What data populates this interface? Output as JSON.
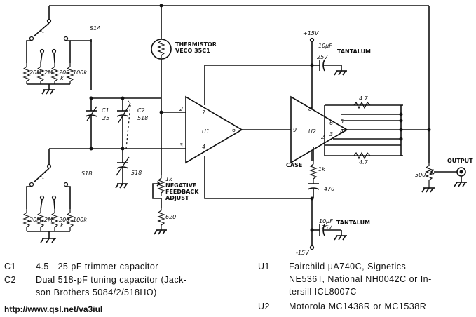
{
  "schematic": {
    "s1a": "S1A",
    "s1b": "S1B",
    "range_a": [
      "20M",
      "2M",
      "200",
      "k",
      "100k"
    ],
    "range_b": [
      "20M",
      "2M",
      "200",
      "k",
      "100k"
    ],
    "c1": "C1",
    "c1_val": "25",
    "c2": "C2",
    "c2_val": "518",
    "c2_lower": "518",
    "thermistor": "THERMISTOR",
    "thermistor_part": "VECO 35C1",
    "pot_1k": "1k",
    "neg_fb_1": "NEGATIVE",
    "neg_fb_2": "FEEDBACK",
    "neg_fb_3": "ADJUST",
    "r620": "620",
    "u1": "U1",
    "u2": "U2",
    "pin2": "2",
    "pin3": "3",
    "pin7": "7",
    "pin4": "4",
    "pin6": "6",
    "u2_pin9": "9",
    "u2_pin8": "8",
    "u2_pin5": "5",
    "u2_pin6": "6",
    "u2_pin4": "4",
    "u2_pin3": "3",
    "u2_pin2": "2",
    "case": "CASE",
    "plus15": "+15V",
    "minus15": "-15V",
    "cap_top": "10μF",
    "cap_top_v": "25V",
    "tantalum_top": "TANTALUM",
    "cap_bot": "10μF",
    "cap_bot_v": "25V",
    "tantalum_bot": "TANTALUM",
    "r47_top": "4.7",
    "r47_bot": "4.7",
    "r1k": "1k",
    "c470": "470",
    "r500": "500",
    "output": "OUTPUT"
  },
  "parts": [
    {
      "key": "C1",
      "desc": "4.5 - 25 pF trimmer capacitor"
    },
    {
      "key": "C2",
      "desc": "Dual 518-pF tuning capacitor (Jack-",
      "desc2": "son Brothers 5084/2/518HO)"
    },
    {
      "key": "U1",
      "desc": "Fairchild μA740C, Signetics",
      "desc2": "NE536T, National NH0042C or In-",
      "desc3": "tersill ICL8007C"
    },
    {
      "key": "U2",
      "desc": "Motorola MC1438R or MC1538R"
    }
  ],
  "url": "http://www.qsl.net/va3iul"
}
